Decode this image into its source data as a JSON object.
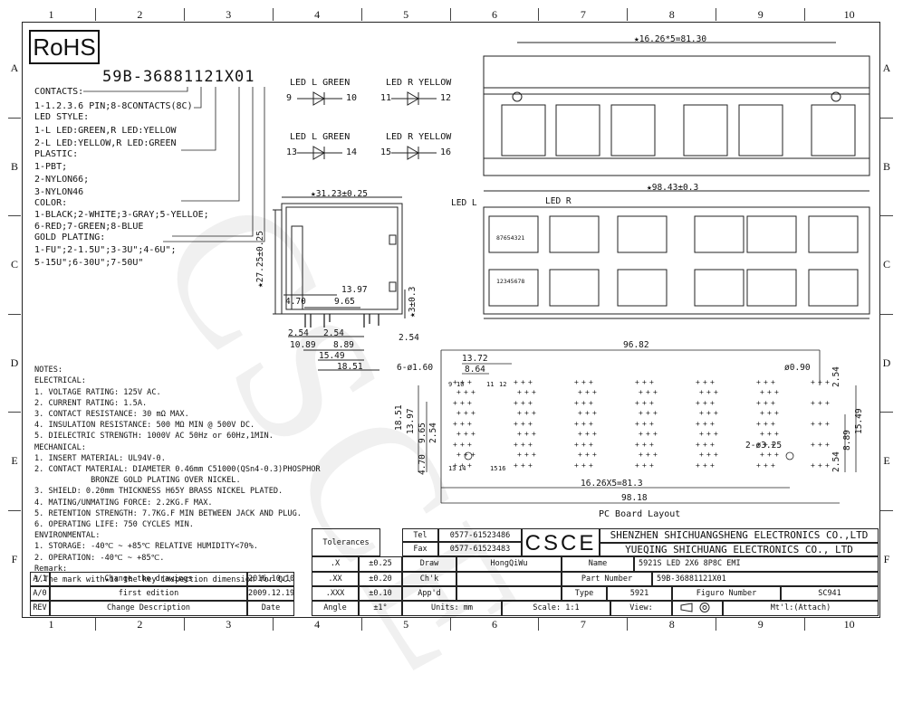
{
  "ruler": {
    "cols": [
      "1",
      "2",
      "3",
      "4",
      "5",
      "6",
      "7",
      "8",
      "9",
      "10"
    ],
    "rows": [
      "A",
      "B",
      "C",
      "D",
      "E",
      "F"
    ]
  },
  "rohs": "RoHS",
  "part_code": "59B-36881121X01",
  "options": {
    "contacts": "CONTACTS:",
    "contacts_val": "1-1.2.3.6 PIN;8-8CONTACTS(8C)",
    "led_style": "LED STYLE:",
    "led_1": "1-L LED:GREEN,R LED:YELLOW",
    "led_2": "2-L LED:YELLOW,R LED:GREEN",
    "plastic": "PLASTIC:",
    "plastic_1": "1-PBT;",
    "plastic_2": "2-NYLON66;",
    "plastic_3": "3-NYLON46",
    "color": "COLOR:",
    "color_1": "1-BLACK;2-WHITE;3-GRAY;5-YELLOE;",
    "color_2": "6-RED;7-GREEN;8-BLUE",
    "gold": "GOLD PLATING:",
    "gold_1": "1-FU\";2-1.5U\";3-3U\";4-6U\";",
    "gold_2": "5-15U\";6-30U\";7-50U\""
  },
  "leds": [
    {
      "title": "LED L GREEN",
      "a": "9",
      "b": "10"
    },
    {
      "title": "LED R YELLOW",
      "a": "11",
      "b": "12"
    },
    {
      "title": "LED L GREEN",
      "a": "13",
      "b": "14"
    },
    {
      "title": "LED R YELLOW",
      "a": "15",
      "b": "16"
    }
  ],
  "side_dims": {
    "width": "★31.23±0.25",
    "height": "★27.25±0.25",
    "d1": "13.97",
    "d2": "9.65",
    "d3": "4.70",
    "d4": "★3±0.3",
    "d5": "2.54",
    "d6": "2.54",
    "d7": "2.54",
    "d8": "10.89",
    "d9": "8.89",
    "d10": "15.49",
    "d11": "18.51"
  },
  "top_dims": {
    "pitch": "★16.26*5=81.30"
  },
  "front_dims": {
    "width": "★98.43±0.3",
    "led_l": "LED L",
    "led_r": "LED R",
    "pins_top": "87654321",
    "pins_bot": "12345678"
  },
  "pcb": {
    "overall": "96.82",
    "d1": "13.72",
    "d2": "8.64",
    "holes": "6-ø1.60",
    "hole_small": "ø0.90",
    "peg": "2-ø3.25",
    "pitch": "16.26X5=81.3",
    "total": "98.18",
    "title": "PC Board Layout",
    "v1": "18.51",
    "v2": "13.97",
    "v3": "9.65",
    "v4": "2.54",
    "v5": "4.70",
    "r1": "2.54",
    "r2": "15.49",
    "r3": "8.89",
    "r4": "2.54",
    "pin_labels": [
      "9",
      "10",
      "11",
      "12",
      "13",
      "14",
      "15",
      "16"
    ]
  },
  "notes": [
    "NOTES:",
    "ELECTRICAL:",
    "1. VOLTAGE RATING: 125V AC.",
    "2. CURRENT RATING: 1.5A.",
    "3. CONTACT RESISTANCE: 30 mΩ MAX.",
    "4. INSULATION RESISTANCE: 500 MΩ MIN @ 500V DC.",
    "5. DIELECTRIC STRENGTH: 1000V AC 50Hz or 60Hz,1MIN.",
    "MECHANICAL:",
    "1. INSERT MATERIAL: UL94V-0.",
    "2. CONTACT MATERIAL: DIAMETER 0.46mm C51000(QSn4-0.3)PHOSPHOR",
    "            BRONZE GOLD PLATING OVER NICKEL.",
    "3. SHIELD: 0.20mm THICKNESS H65Y BRASS NICKEL PLATED.",
    "4. MATING/UNMATING FORCE: 2.2KG.F MAX.",
    "5. RETENTION STRENGTH: 7.7KG.F MIN BETWEEN JACK AND PLUG.",
    "6. OPERATING LIFE: 750 CYCLES MIN.",
    "ENVIRONMENTAL:",
    "1. STORAGE: -40℃ ~ +85℃ RELATIVE HUMIDITY<70%.",
    "2. OPERATION: -40℃ ~ +85℃.",
    "Remark:",
    "1.The mark with★is the key inspection dimension for QC."
  ],
  "title_block": {
    "tolerances": "Tolerances",
    "tel_lbl": "Tel",
    "tel": "0577-61523486",
    "fax_lbl": "Fax",
    "fax": "0577-61523483",
    "logo": "CSCE",
    "company1": "SHENZHEN SHICHUANGSHENG ELECTRONICS CO.,LTD",
    "company2": "YUEQING SHICHUANG ELECTRONICS CO., LTD",
    "x": ".X",
    "x_tol": "±0.25",
    "xx": ".XX",
    "xx_tol": "±0.20",
    "xxx": ".XXX",
    "xxx_tol": "±0.10",
    "angle": "Angle",
    "angle_tol": "±1°",
    "draw": "Draw",
    "draw_val": "HongQiWu",
    "chk": "Ch'k",
    "appd": "App'd",
    "units": "Units: mm",
    "name_lbl": "Name",
    "name_val": "5921S LED 2X6 8P8C EMI",
    "partno_lbl": "Part Number",
    "partno_val": "59B-36881121X01",
    "type_lbl": "Type",
    "type_val": "5921",
    "figno_lbl": "Figuro Number",
    "figno_val": "SC941",
    "scale": "Scale: 1:1",
    "view": "View:",
    "mtl": "Mt'l:(Attach)",
    "rev_rows": [
      {
        "rev": "A/1",
        "desc": "Change the drawings",
        "date": "2016.10.10"
      },
      {
        "rev": "A/0",
        "desc": "first edition",
        "date": "2009.12.19"
      },
      {
        "rev": "REV",
        "desc": "Change Description",
        "date": "Date"
      }
    ]
  },
  "watermark": "CSCE"
}
